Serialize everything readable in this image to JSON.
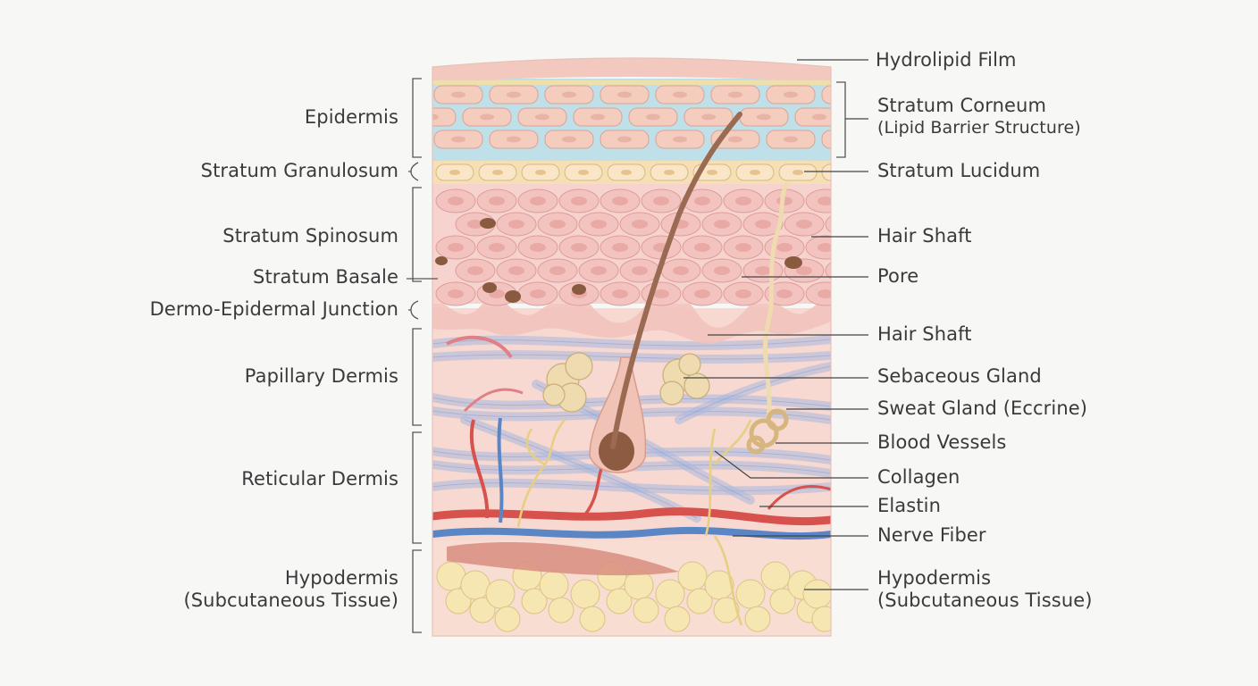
{
  "left_labels": {
    "epidermis": "Epidermis",
    "stratum_granulosum": "Stratum Granulosum",
    "stratum_spinosum": "Stratum Spinosum",
    "stratum_basale": "Stratum Basale",
    "dermo_epidermal_junction": "Dermo-Epidermal Junction",
    "papillary_dermis": "Papillary Dermis",
    "reticular_dermis": "Reticular Dermis",
    "hypodermis_line1": "Hypodermis",
    "hypodermis_line2": "(Subcutaneous Tissue)"
  },
  "right_labels": {
    "hydrolipid_film": "Hydrolipid Film",
    "stratum_corneum_line1": "Stratum Corneum",
    "stratum_corneum_line2": "(Lipid Barrier Structure)",
    "stratum_lucidum": "Stratum Lucidum",
    "hair_shaft_upper": "Hair Shaft",
    "pore": "Pore",
    "hair_shaft_lower": "Hair Shaft",
    "sebaceous_gland": "Sebaceous Gland",
    "sweat_gland": "Sweat Gland (Eccrine)",
    "blood_vessels": "Blood Vessels",
    "collagen": "Collagen",
    "elastin": "Elastin",
    "nerve_fiber": "Nerve Fiber",
    "hypodermis_line1": "Hypodermis",
    "hypodermis_line2": "(Subcutaneous Tissue)"
  },
  "colors": {
    "background": "#f7f7f6",
    "label_text": "#3a3a3a",
    "leader_line": "#444444",
    "hydrolipid_film": "#f3c9bf",
    "lipid_lamellae": "#bfe0e8",
    "corneocyte": "#f5cdbf",
    "granular_band": "#f6dfb4",
    "spinous_cells": "#f3c3c0",
    "dermis": "#f7d9d2",
    "collagen": "#a9b8dc",
    "artery": "#d8524d",
    "vein": "#5a86c6",
    "nerve": "#e7cf82",
    "fat_lobule": "#f6e6b2",
    "hair_shaft": "#9a6a52",
    "sebaceous_gland": "#eedbb0",
    "muscle": "#d88e80"
  }
}
